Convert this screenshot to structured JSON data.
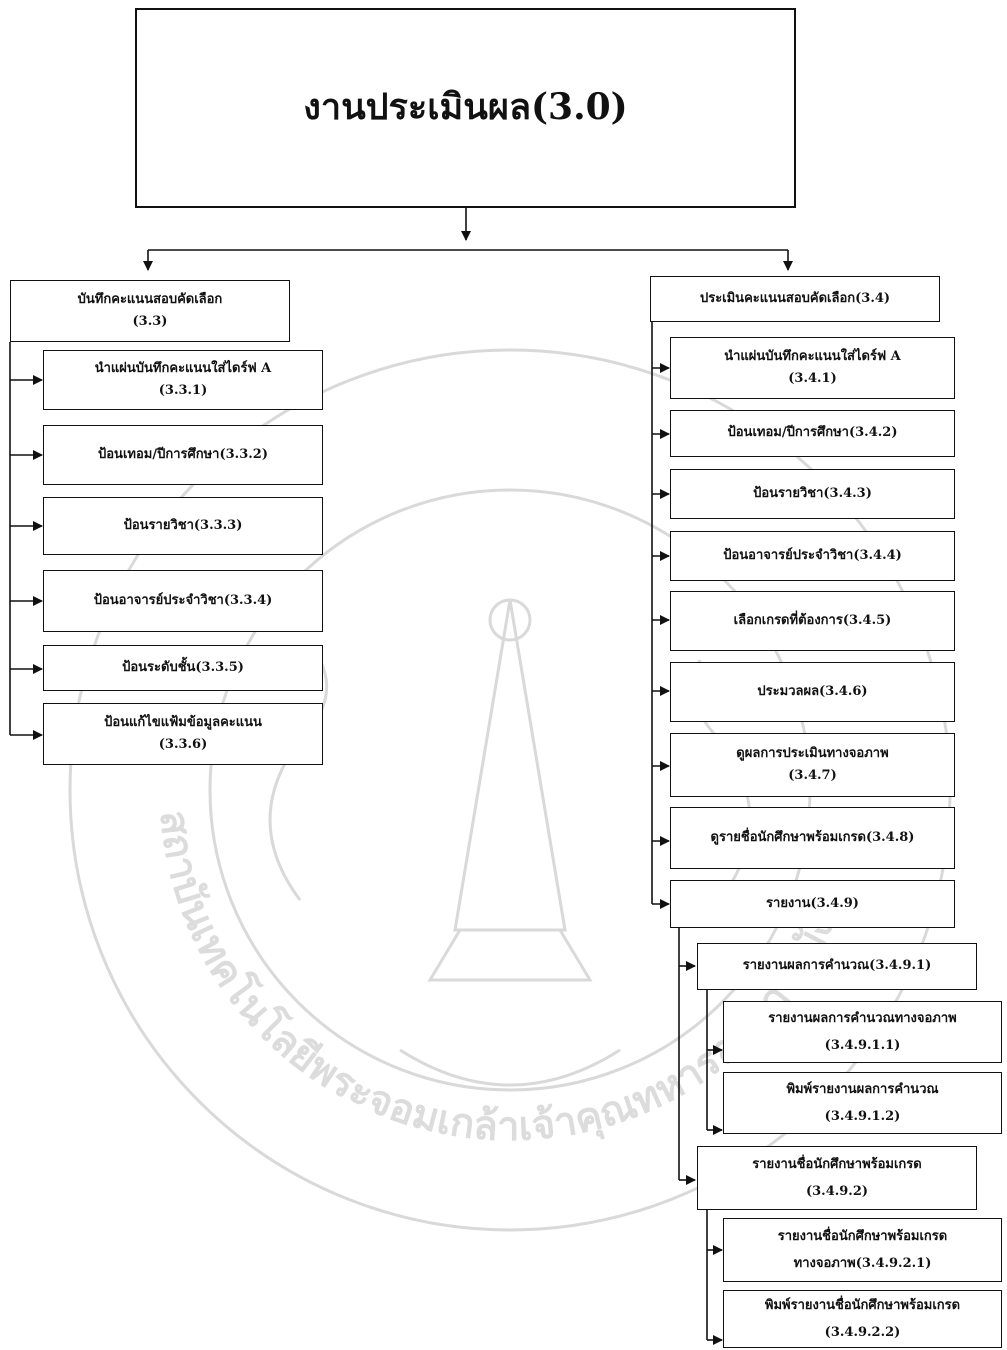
{
  "root": {
    "title": "งานประเมินผล(3.0)"
  },
  "left_branch": {
    "header": {
      "line1": "บันทึกคะแนนสอบคัดเลือก",
      "line2": "(3.3)"
    },
    "items": [
      {
        "line1": "นำแผ่นบันทึกคะแนนใส่ไดร์ฟ A",
        "line2": "(3.3.1)"
      },
      {
        "line1": "ป้อนเทอม/ปีการศึกษา(3.3.2)"
      },
      {
        "line1": "ป้อนรายวิชา(3.3.3)"
      },
      {
        "line1": "ป้อนอาจารย์ประจำวิชา(3.3.4)"
      },
      {
        "line1": "ป้อนระดับชั้น(3.3.5)"
      },
      {
        "line1": "ป้อนแก้ไขแฟ้มข้อมูลคะแนน",
        "line2": "(3.3.6)"
      }
    ]
  },
  "right_branch": {
    "header": {
      "line1": "ประเมินคะแนนสอบคัดเลือก(3.4)"
    },
    "items": [
      {
        "line1": "นำแผ่นบันทึกคะแนนใส่ไดร์ฟ A",
        "line2": "(3.4.1)"
      },
      {
        "line1": "ป้อนเทอม/ปีการศึกษา(3.4.2)"
      },
      {
        "line1": "ป้อนรายวิชา(3.4.3)"
      },
      {
        "line1": "ป้อนอาจารย์ประจำวิชา(3.4.4)"
      },
      {
        "line1": "เลือกเกรดที่ต้องการ(3.4.5)"
      },
      {
        "line1": "ประมวลผล(3.4.6)"
      },
      {
        "line1": "ดูผลการประเมินทางจอภาพ",
        "line2": "(3.4.7)"
      },
      {
        "line1": "ดูรายชื่อนักศึกษาพร้อมเกรด(3.4.8)"
      },
      {
        "line1": "รายงาน(3.4.9)"
      }
    ],
    "report": {
      "calc": {
        "line1": "รายงานผลการคำนวณ(3.4.9.1)"
      },
      "calc_screen": {
        "line1": "รายงานผลการคำนวณทางจอภาพ",
        "line2": "(3.4.9.1.1)"
      },
      "calc_print": {
        "line1": "พิมพ์รายงานผลการคำนวณ",
        "line2": "(3.4.9.1.2)"
      },
      "names": {
        "line1": "รายงานชื่อนักศึกษาพร้อมเกรด",
        "line2": "(3.4.9.2)"
      },
      "names_screen": {
        "line1": "รายงานชื่อนักศึกษาพร้อมเกรด",
        "line2": "ทางจอภาพ(3.4.9.2.1)"
      },
      "names_print": {
        "line1": "พิมพ์รายงานชื่อนักศึกษาพร้อมเกรด",
        "line2": "(3.4.9.2.2)"
      }
    }
  },
  "colors": {
    "line": "#111111",
    "watermark": "#d9d9d9",
    "background": "#ffffff"
  },
  "watermark": {
    "ring_text": "สถาบันเทคโนโลยีพระจอมเกล้าเจ้าคุณทหารลาดกระบัง"
  }
}
